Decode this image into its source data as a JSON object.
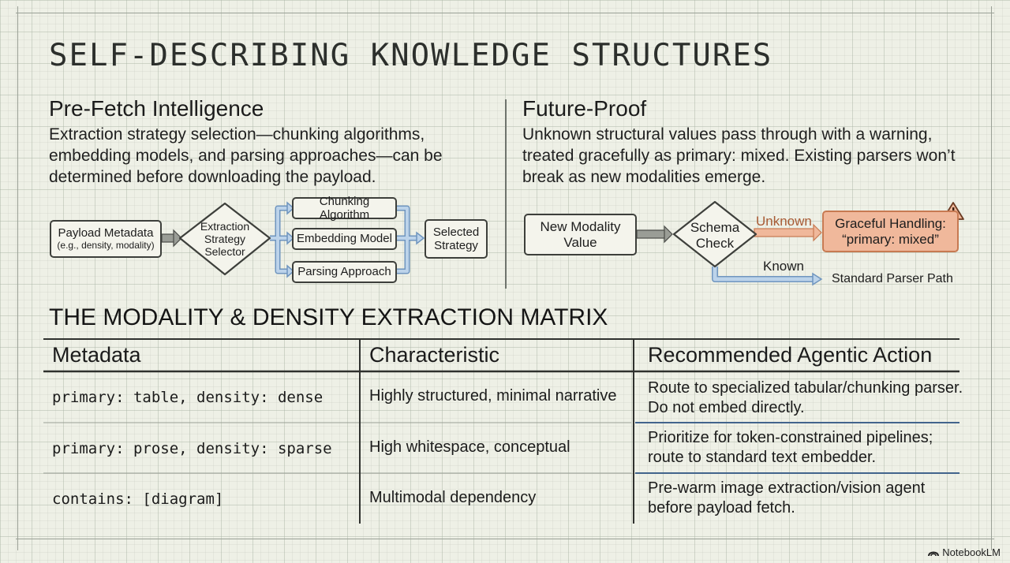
{
  "title": "SELF-DESCRIBING KNOWLEDGE STRUCTURES",
  "left": {
    "heading": "Pre-Fetch Intelligence",
    "body": "Extraction strategy selection—chunking algorithms, embedding models, and parsing approaches—can be determined before downloading the payload.",
    "flow": {
      "payload_metadata": "Payload Metadata",
      "payload_metadata_sub": "(e.g., density, modality)",
      "selector": [
        "Extraction",
        "Strategy",
        "Selector"
      ],
      "chunking": "Chunking Algorithm",
      "embedding": "Embedding Model",
      "parsing": "Parsing Approach",
      "selected": [
        "Selected",
        "Strategy"
      ]
    }
  },
  "right": {
    "heading": "Future-Proof",
    "body": "Unknown structural values pass through with a warning, treated gracefully as primary: mixed. Existing parsers won’t break as new modalities emerge.",
    "flow": {
      "new_modality": [
        "New Modality",
        "Value"
      ],
      "schema_check": [
        "Schema",
        "Check"
      ],
      "unknown_label": "Unknown",
      "graceful": [
        "Graceful Handling:",
        "“primary: mixed”"
      ],
      "known_label": "Known",
      "standard_path": "Standard Parser Path",
      "warning_icon": "warning-icon"
    }
  },
  "matrix": {
    "title": "THE MODALITY & DENSITY EXTRACTION MATRIX",
    "headers": [
      "Metadata",
      "Characteristic",
      "Recommended Agentic Action"
    ],
    "rows": [
      {
        "metadata": "primary: table, density: dense",
        "characteristic": "Highly structured, minimal narrative",
        "action": [
          "Route to specialized tabular/chunking parser.",
          "Do not embed directly."
        ]
      },
      {
        "metadata": "primary: prose, density: sparse",
        "characteristic": "High whitespace, conceptual",
        "action": [
          "Prioritize for token-constrained pipelines;",
          "route to standard text embedder."
        ]
      },
      {
        "metadata": "contains: [diagram]",
        "characteristic": "Multimodal dependency",
        "action": [
          "Pre-warm image extraction/vision agent",
          "before payload fetch."
        ]
      }
    ]
  },
  "brand": "NotebookLM",
  "colors": {
    "accent_blue": "#bcd3ea",
    "accent_blue_stroke": "#6f95bf",
    "warning_fill": "#f0b89b",
    "warning_stroke": "#c77a52",
    "unknown_text": "#a85b35"
  }
}
